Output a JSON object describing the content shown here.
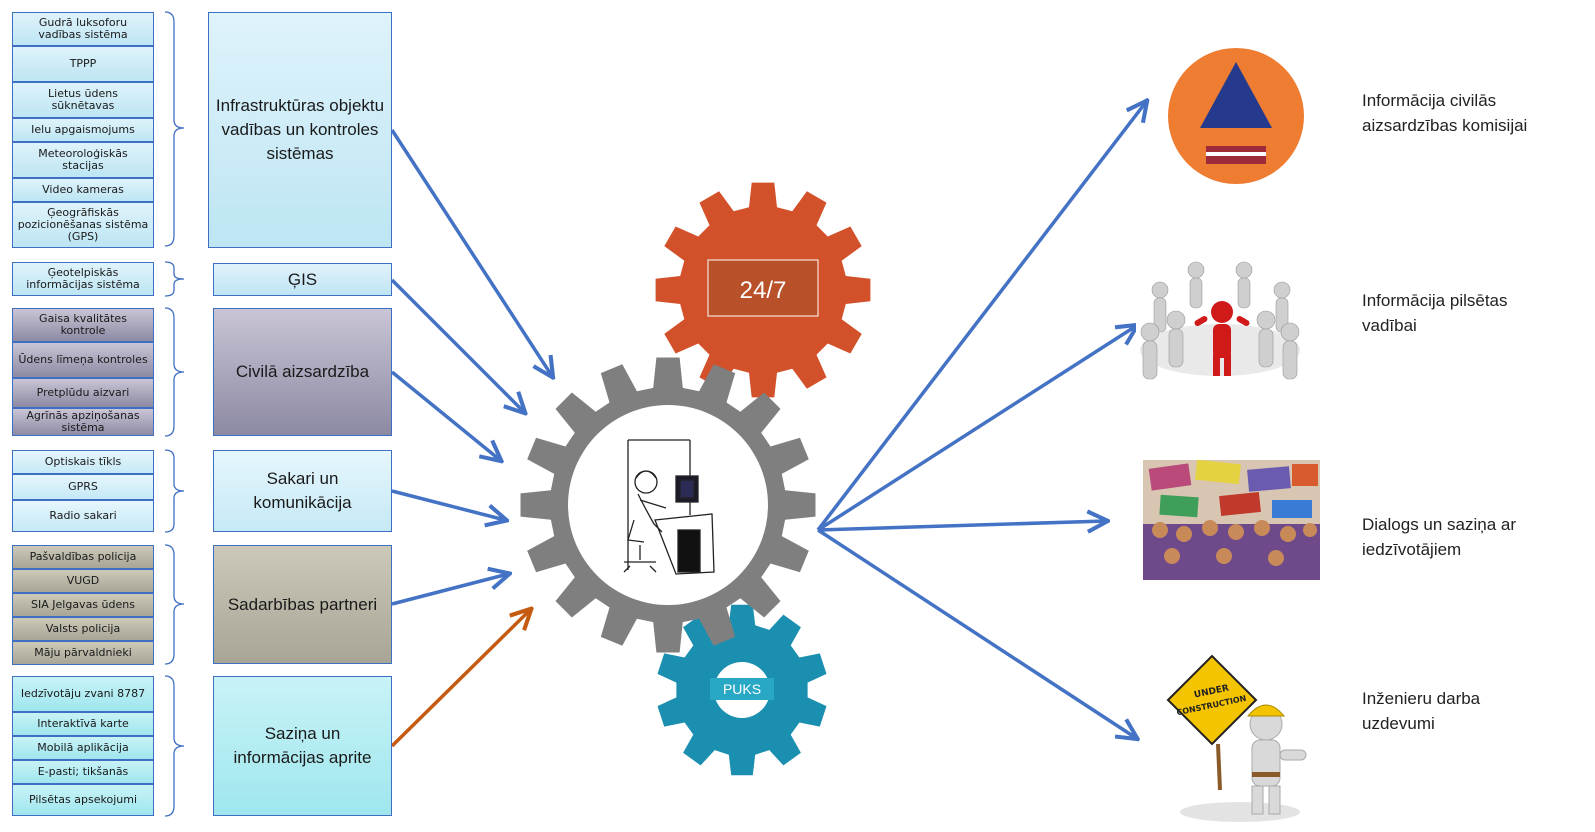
{
  "groups": [
    {
      "main": "Infrastruktūras objektu vadības un kontroles sistēmas",
      "items": [
        "Gudrā luksoforu vadības sistēma",
        "TPPP",
        "Lietus ūdens sūknētavas",
        "Ielu apgaismojums",
        "Meteoroloģiskās stacijas",
        "Video kameras",
        "Ģeogrāfiskās pozicionēšanas sistēma (GPS)"
      ]
    },
    {
      "main": "ĢIS",
      "items": [
        "Ģeotelpiskās informācijas sistēma"
      ]
    },
    {
      "main": "Civilā aizsardzība",
      "items": [
        "Gaisa kvalitātes kontrole",
        "Ūdens līmeņa kontroles",
        "Pretplūdu aizvari",
        "Agrīnās apziņošanas sistēma"
      ]
    },
    {
      "main": "Sakari un komunikācija",
      "items": [
        "Optiskais tīkls",
        "GPRS",
        "Radio sakari"
      ]
    },
    {
      "main": "Sadarbības partneri",
      "items": [
        "Pašvaldības policija",
        "VUGD",
        "SIA Jelgavas ūdens",
        "Valsts policija",
        "Māju pārvaldnieki"
      ]
    },
    {
      "main": "Saziņa un informācijas aprite",
      "items": [
        "Iedzīvotāju zvani 8787",
        "Interaktīvā karte",
        "Mobilā aplikācija",
        "E-pasti; tikšanās",
        "Pilsētas apsekojumi"
      ]
    }
  ],
  "gears": {
    "top_label": "24/7",
    "bottom_label": "PUKS"
  },
  "outputs": [
    "Informācija civilās aizsardzības komisijai",
    "Informācija pilsētas vadībai",
    "Dialogs un saziņa ar iedzīvotājiem",
    "Inženieru darba uzdevumi"
  ],
  "colors": {
    "arrow_blue": "#4472c4",
    "arrow_orange": "#c55a11",
    "gear_orange": "#d2512a",
    "gear_gray": "#7f7f80",
    "gear_teal": "#1a8fb0"
  }
}
